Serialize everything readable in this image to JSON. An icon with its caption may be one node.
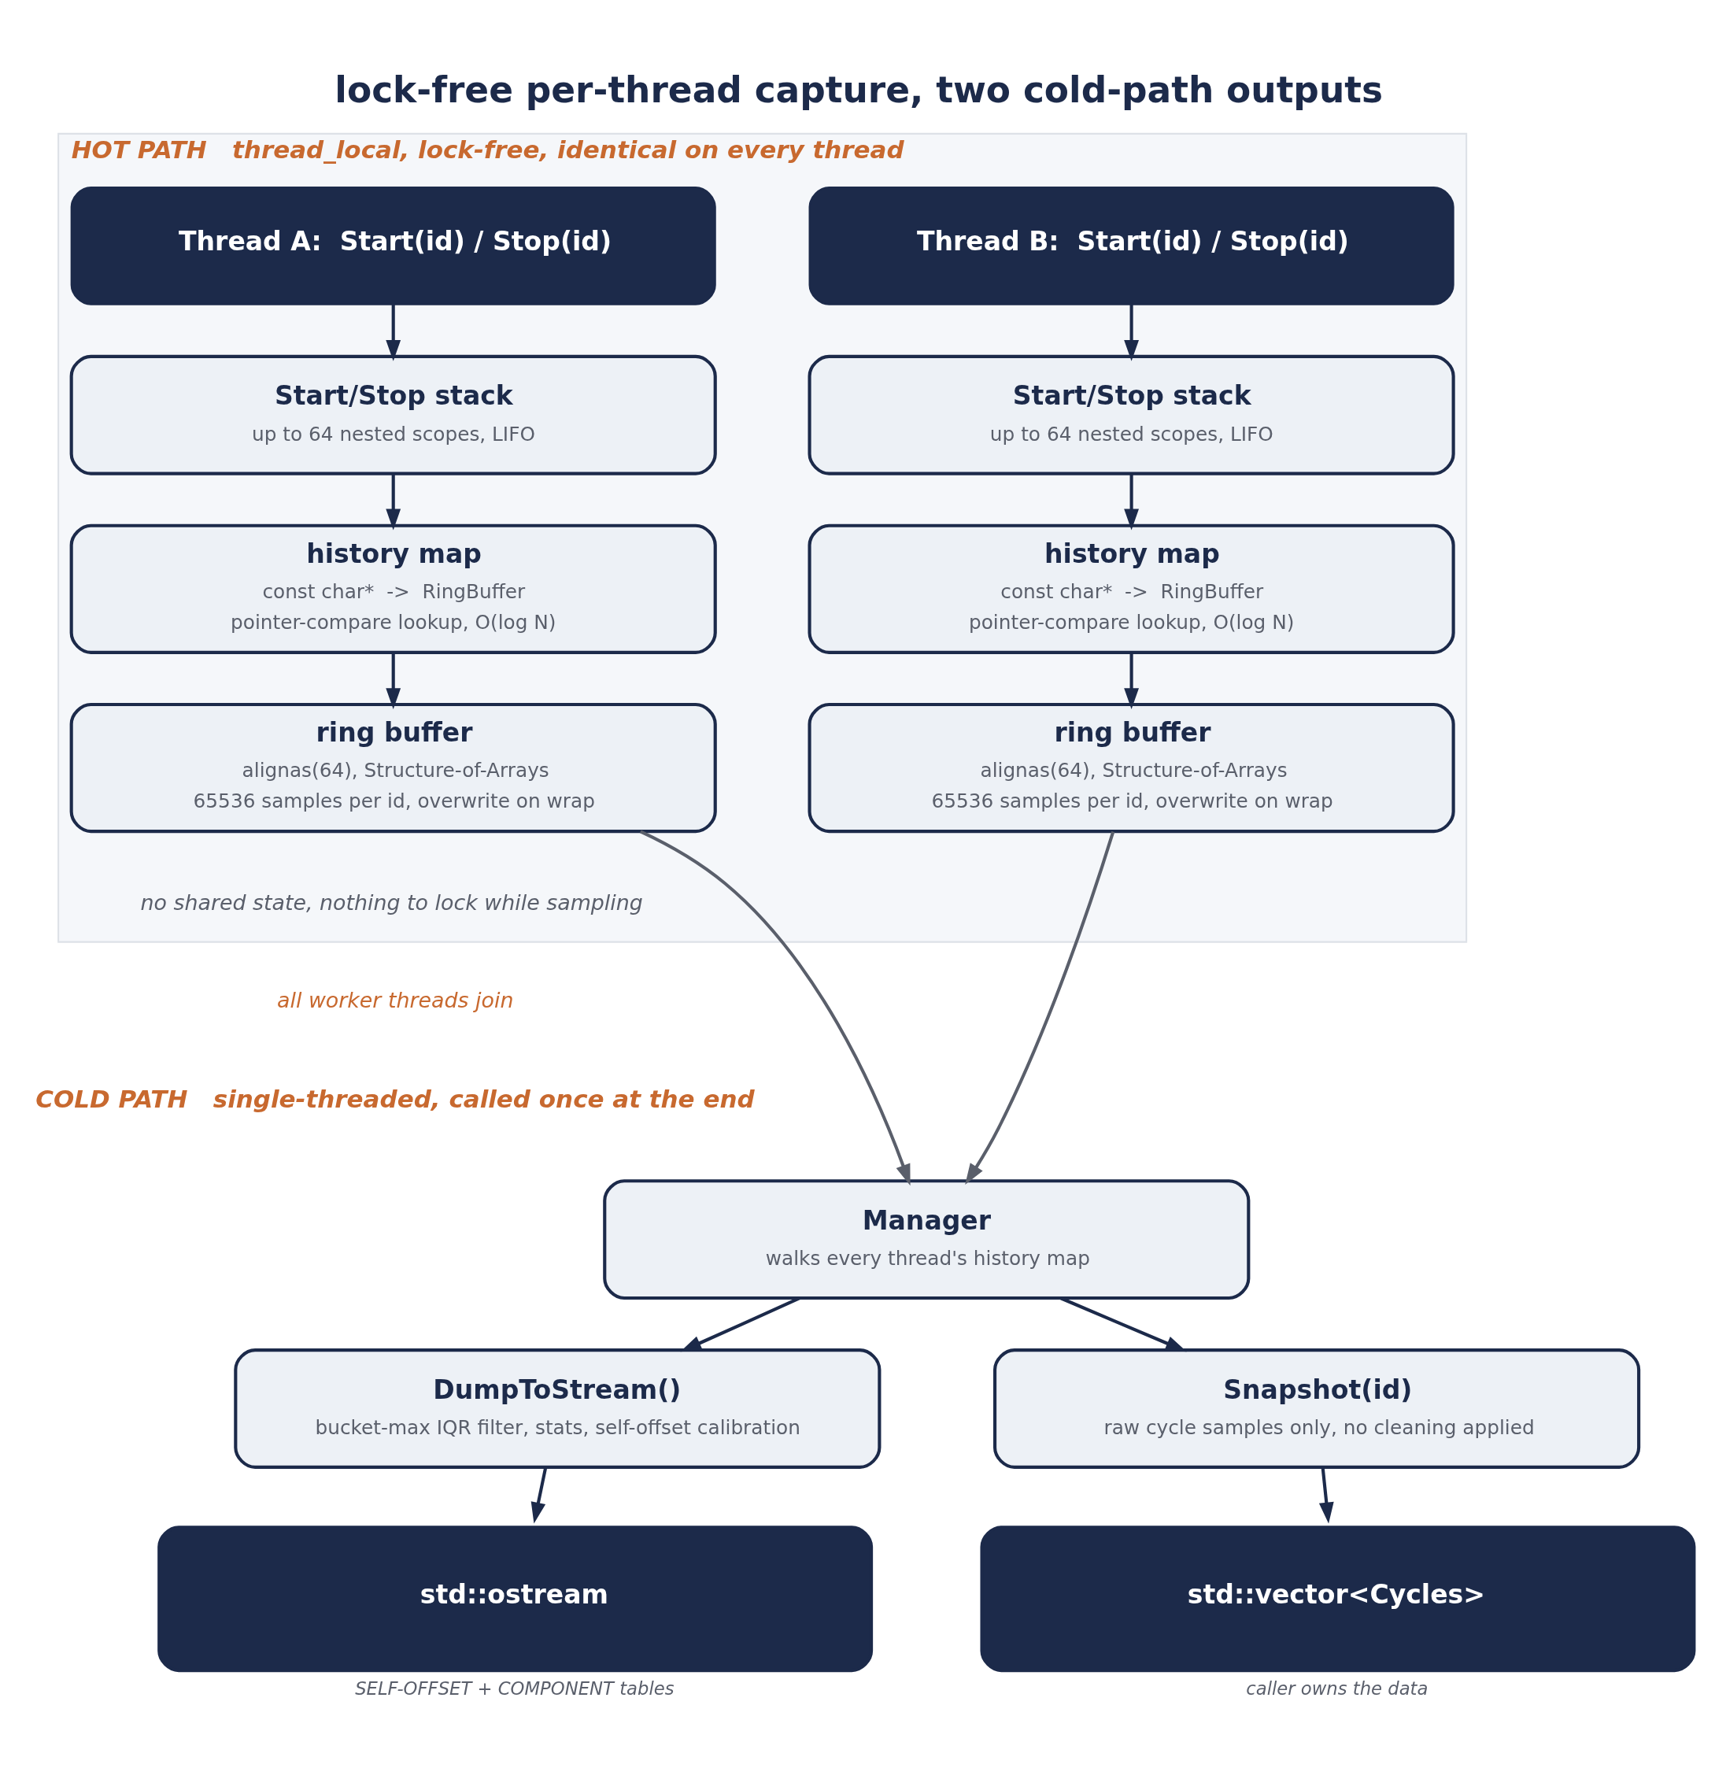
{
  "diagram": {
    "title": "lock-free per-thread capture, two cold-path outputs",
    "nodes": [
      {
        "text": [
          "HOT PATH   thread_local, lock-free, identical on every thread"
        ]
      },
      {
        "text": [
          "Thread A:  Start(id) / Stop(id)"
        ],
        "in": 0
      },
      {
        "text": [
          "Start/Stop stack",
          "up to 64 nested scopes, LIFO"
        ],
        "in": 0
      },
      {
        "text": [
          "history map",
          "const char*  ->  RingBuffer",
          "pointer-compare lookup, O(log N)"
        ],
        "in": 0
      },
      {
        "text": [
          "ring buffer",
          "alignas(64), Structure-of-Arrays",
          "65536 samples per id, overwrite on wrap"
        ],
        "in": 0
      },
      {
        "text": [
          "Thread B:  Start(id) / Stop(id)"
        ],
        "in": 0
      },
      {
        "text": [
          "Start/Stop stack",
          "up to 64 nested scopes, LIFO"
        ],
        "in": 0
      },
      {
        "text": [
          "history map",
          "const char*  ->  RingBuffer",
          "pointer-compare lookup, O(log N)"
        ],
        "in": 0
      },
      {
        "text": [
          "ring buffer",
          "alignas(64), Structure-of-Arrays",
          "65536 samples per id, overwrite on wrap"
        ],
        "in": 0
      },
      {
        "text": [
          "Manager",
          "walks every thread's history map"
        ]
      },
      {
        "text": [
          "DumpToStream()",
          "bucket-max IQR filter, stats, self-offset calibration"
        ]
      },
      {
        "text": [
          "Snapshot(id)",
          "raw cycle samples only, no cleaning applied"
        ]
      },
      {
        "text": [
          "std::ostream"
        ],
        "beside": [
          "SELF-OFFSET + COMPONENT tables"
        ]
      },
      {
        "text": [
          "std::vector<Cycles>"
        ],
        "beside": [
          "caller owns the data"
        ]
      }
    ],
    "edges": [
      {
        "from": 1,
        "to": 2,
        "arrow": "to"
      },
      {
        "from": 2,
        "to": 3,
        "arrow": "to"
      },
      {
        "from": 3,
        "to": 4,
        "arrow": "to"
      },
      {
        "from": 5,
        "to": 6,
        "arrow": "to"
      },
      {
        "from": 6,
        "to": 7,
        "arrow": "to"
      },
      {
        "from": 7,
        "to": 8,
        "arrow": "to"
      },
      {
        "from": 4,
        "to": 9,
        "arrow": "to",
        "color": "#5a5f6b"
      },
      {
        "from": 8,
        "to": 9,
        "arrow": "to",
        "color": "#5a5f6b"
      },
      {
        "from": 9,
        "to": 10,
        "arrow": "to"
      },
      {
        "from": 9,
        "to": 11,
        "arrow": "to"
      },
      {
        "from": 10,
        "to": 12,
        "arrow": "to"
      },
      {
        "from": 11,
        "to": 13,
        "arrow": "to"
      }
    ],
    "labels": [
      "no shared state, nothing to lock while sampling",
      "all worker threads join",
      "COLD PATH   single-threaded, called once at the end"
    ]
  }
}
